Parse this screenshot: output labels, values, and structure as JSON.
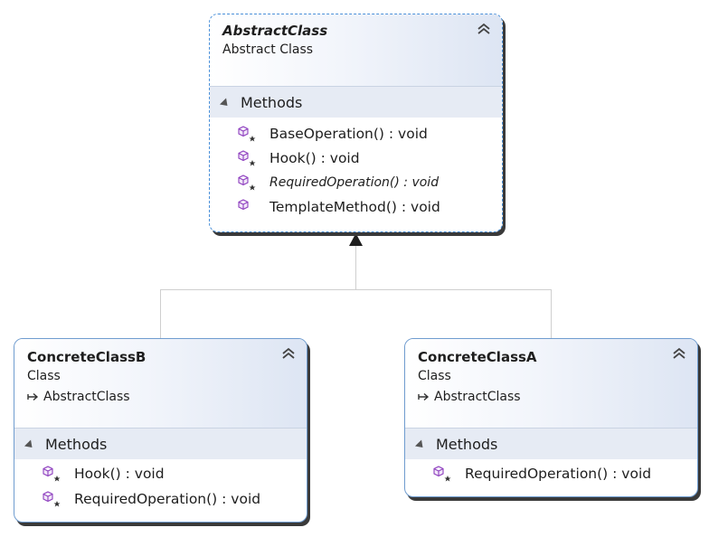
{
  "classes": [
    {
      "id": "abstract",
      "name": "AbstractClass",
      "kind": "Abstract Class",
      "parent": "",
      "section": "Methods",
      "methods": [
        {
          "label": "BaseOperation() : void",
          "icon": "protected-method-icon",
          "italic": false
        },
        {
          "label": "Hook() : void",
          "icon": "protected-method-icon",
          "italic": false
        },
        {
          "label": "RequiredOperation() : void",
          "icon": "protected-method-icon",
          "italic": true
        },
        {
          "label": "TemplateMethod() : void",
          "icon": "method-icon",
          "italic": false
        }
      ]
    },
    {
      "id": "concreteB",
      "name": "ConcreteClassB",
      "kind": "Class",
      "parent": "AbstractClass",
      "section": "Methods",
      "methods": [
        {
          "label": "Hook() : void",
          "icon": "protected-method-icon",
          "italic": false
        },
        {
          "label": "RequiredOperation() : void",
          "icon": "protected-method-icon",
          "italic": false
        }
      ]
    },
    {
      "id": "concreteA",
      "name": "ConcreteClassA",
      "kind": "Class",
      "parent": "AbstractClass",
      "section": "Methods",
      "methods": [
        {
          "label": "RequiredOperation() : void",
          "icon": "protected-method-icon",
          "italic": false
        }
      ]
    }
  ],
  "colors": {
    "method_icon": "#8e3fbf",
    "connector": "#c8c8c8",
    "arrow_head": "#1e1e1e",
    "header_gradient_end": "#dde5f3",
    "section_background": "#e6ebf4"
  }
}
